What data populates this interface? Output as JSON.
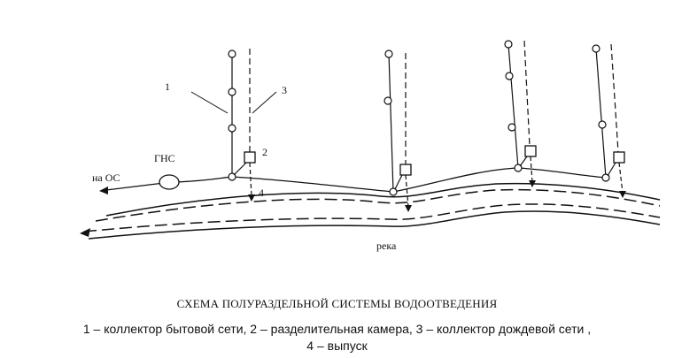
{
  "diagram": {
    "labels": {
      "to_treatment": "на ОС",
      "pump_station": "ГНС",
      "river": "река",
      "num1": "1",
      "num2": "2",
      "num3": "3",
      "num4": "4"
    }
  },
  "caption": {
    "title": "СХЕМА ПОЛУРАЗДЕЛЬНОЙ СИСТЕМЫ ВОДООТВЕДЕНИЯ",
    "legend_line1": "1 – коллектор бытовой сети, 2 – разделительная камера, 3 – коллектор дождевой сети ,",
    "legend_line2": "4 – выпуск"
  }
}
